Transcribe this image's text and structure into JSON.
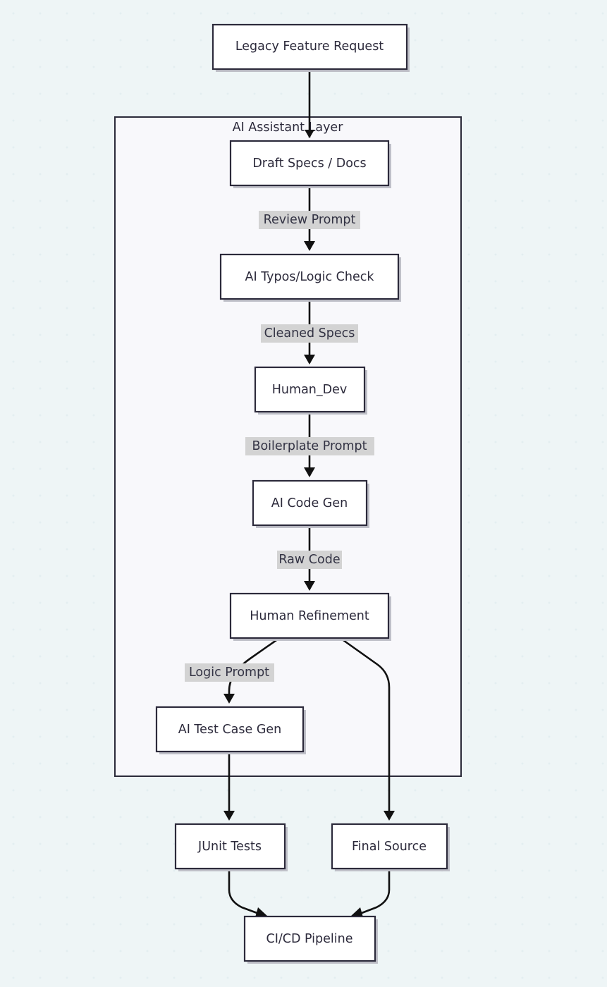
{
  "cluster": {
    "title": "AI Assistant Layer"
  },
  "nodes": {
    "legacy": "Legacy Feature Request",
    "draft": "Draft Specs / Docs",
    "typos": "AI Typos/Logic Check",
    "human_dev": "Human_Dev",
    "code_gen": "AI Code Gen",
    "refine": "Human Refinement",
    "test_gen": "AI Test Case Gen",
    "junit": "JUnit Tests",
    "final": "Final Source",
    "cicd": "CI/CD Pipeline"
  },
  "edge_labels": {
    "review": "Review Prompt",
    "cleaned": "Cleaned Specs",
    "boilerplate": "Boilerplate Prompt",
    "raw": "Raw Code",
    "logic": "Logic Prompt"
  },
  "edges": [
    {
      "from": "legacy",
      "to": "draft"
    },
    {
      "from": "draft",
      "to": "typos",
      "label": "review"
    },
    {
      "from": "typos",
      "to": "human_dev",
      "label": "cleaned"
    },
    {
      "from": "human_dev",
      "to": "code_gen",
      "label": "boilerplate"
    },
    {
      "from": "code_gen",
      "to": "refine",
      "label": "raw"
    },
    {
      "from": "refine",
      "to": "test_gen",
      "label": "logic"
    },
    {
      "from": "refine",
      "to": "final"
    },
    {
      "from": "test_gen",
      "to": "junit"
    },
    {
      "from": "junit",
      "to": "cicd"
    },
    {
      "from": "final",
      "to": "cicd"
    }
  ]
}
